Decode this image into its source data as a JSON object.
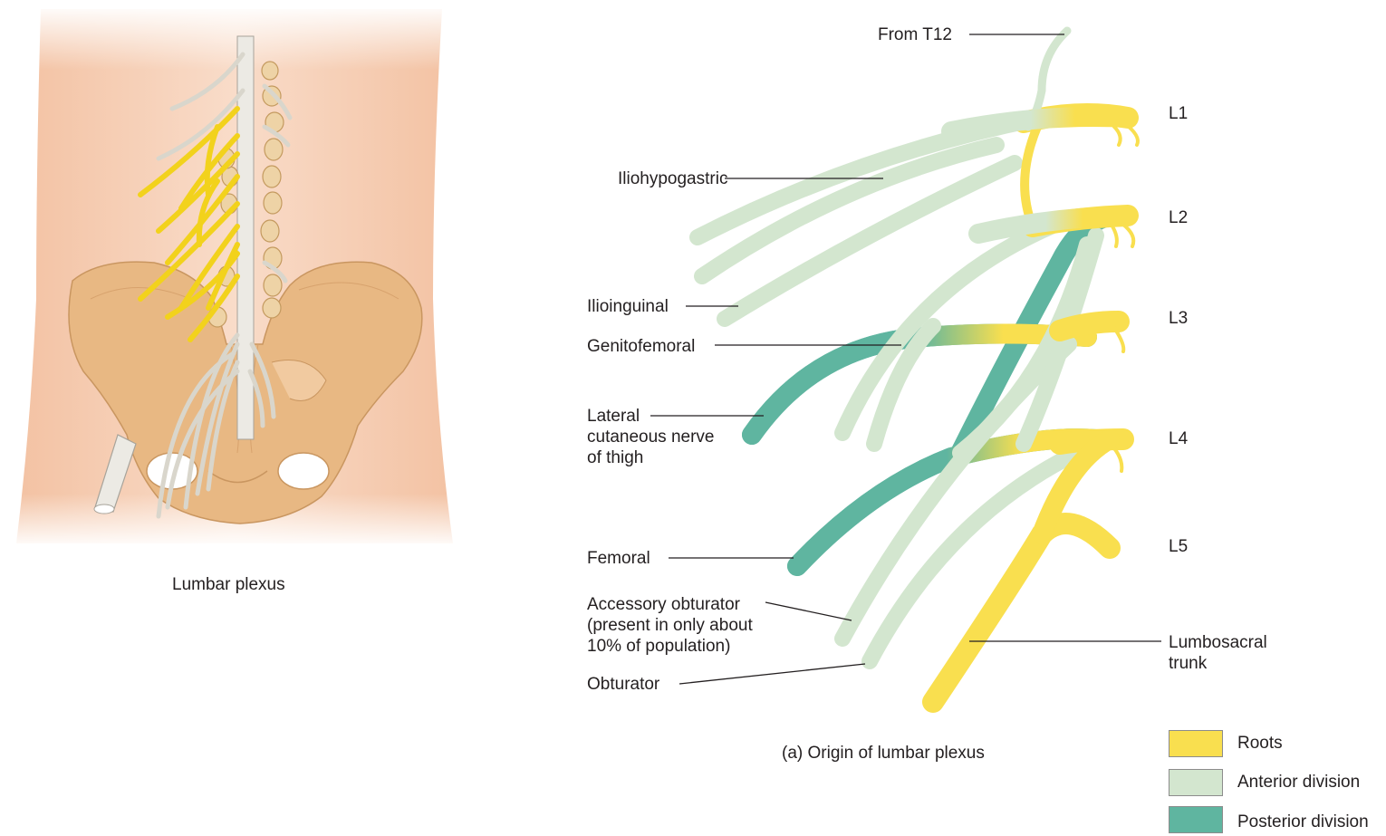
{
  "left_panel": {
    "caption": "Lumbar plexus"
  },
  "right_panel": {
    "caption": "(a) Origin of lumbar plexus",
    "labels": {
      "from_t12": "From T12",
      "iliohypogastric": "Iliohypogastric",
      "ilioinguinal": "Ilioinguinal",
      "genitofemoral": "Genitofemoral",
      "lateral_cutaneous": "Lateral\ncutaneous nerve\nof thigh",
      "femoral": "Femoral",
      "accessory_obturator": "Accessory obturator\n(present in only about\n10% of population)",
      "obturator": "Obturator",
      "lumbosacral_trunk": "Lumbosacral\ntrunk",
      "l1": "L1",
      "l2": "L2",
      "l3": "L3",
      "l4": "L4",
      "l5": "L5"
    }
  },
  "legend": {
    "items": [
      {
        "label": "Roots",
        "color": "#f9df4f"
      },
      {
        "label": "Anterior division",
        "color": "#d3e6cf"
      },
      {
        "label": "Posterior division",
        "color": "#5fb5a0"
      }
    ]
  },
  "colors": {
    "skin": "#f6cdb2",
    "bone": "#e8b883",
    "nerve_root": "#f2d21c",
    "nerve_white": "#eceae4",
    "anterior": "#d3e6cf",
    "posterior": "#5fb5a0",
    "root": "#f9df4f"
  }
}
